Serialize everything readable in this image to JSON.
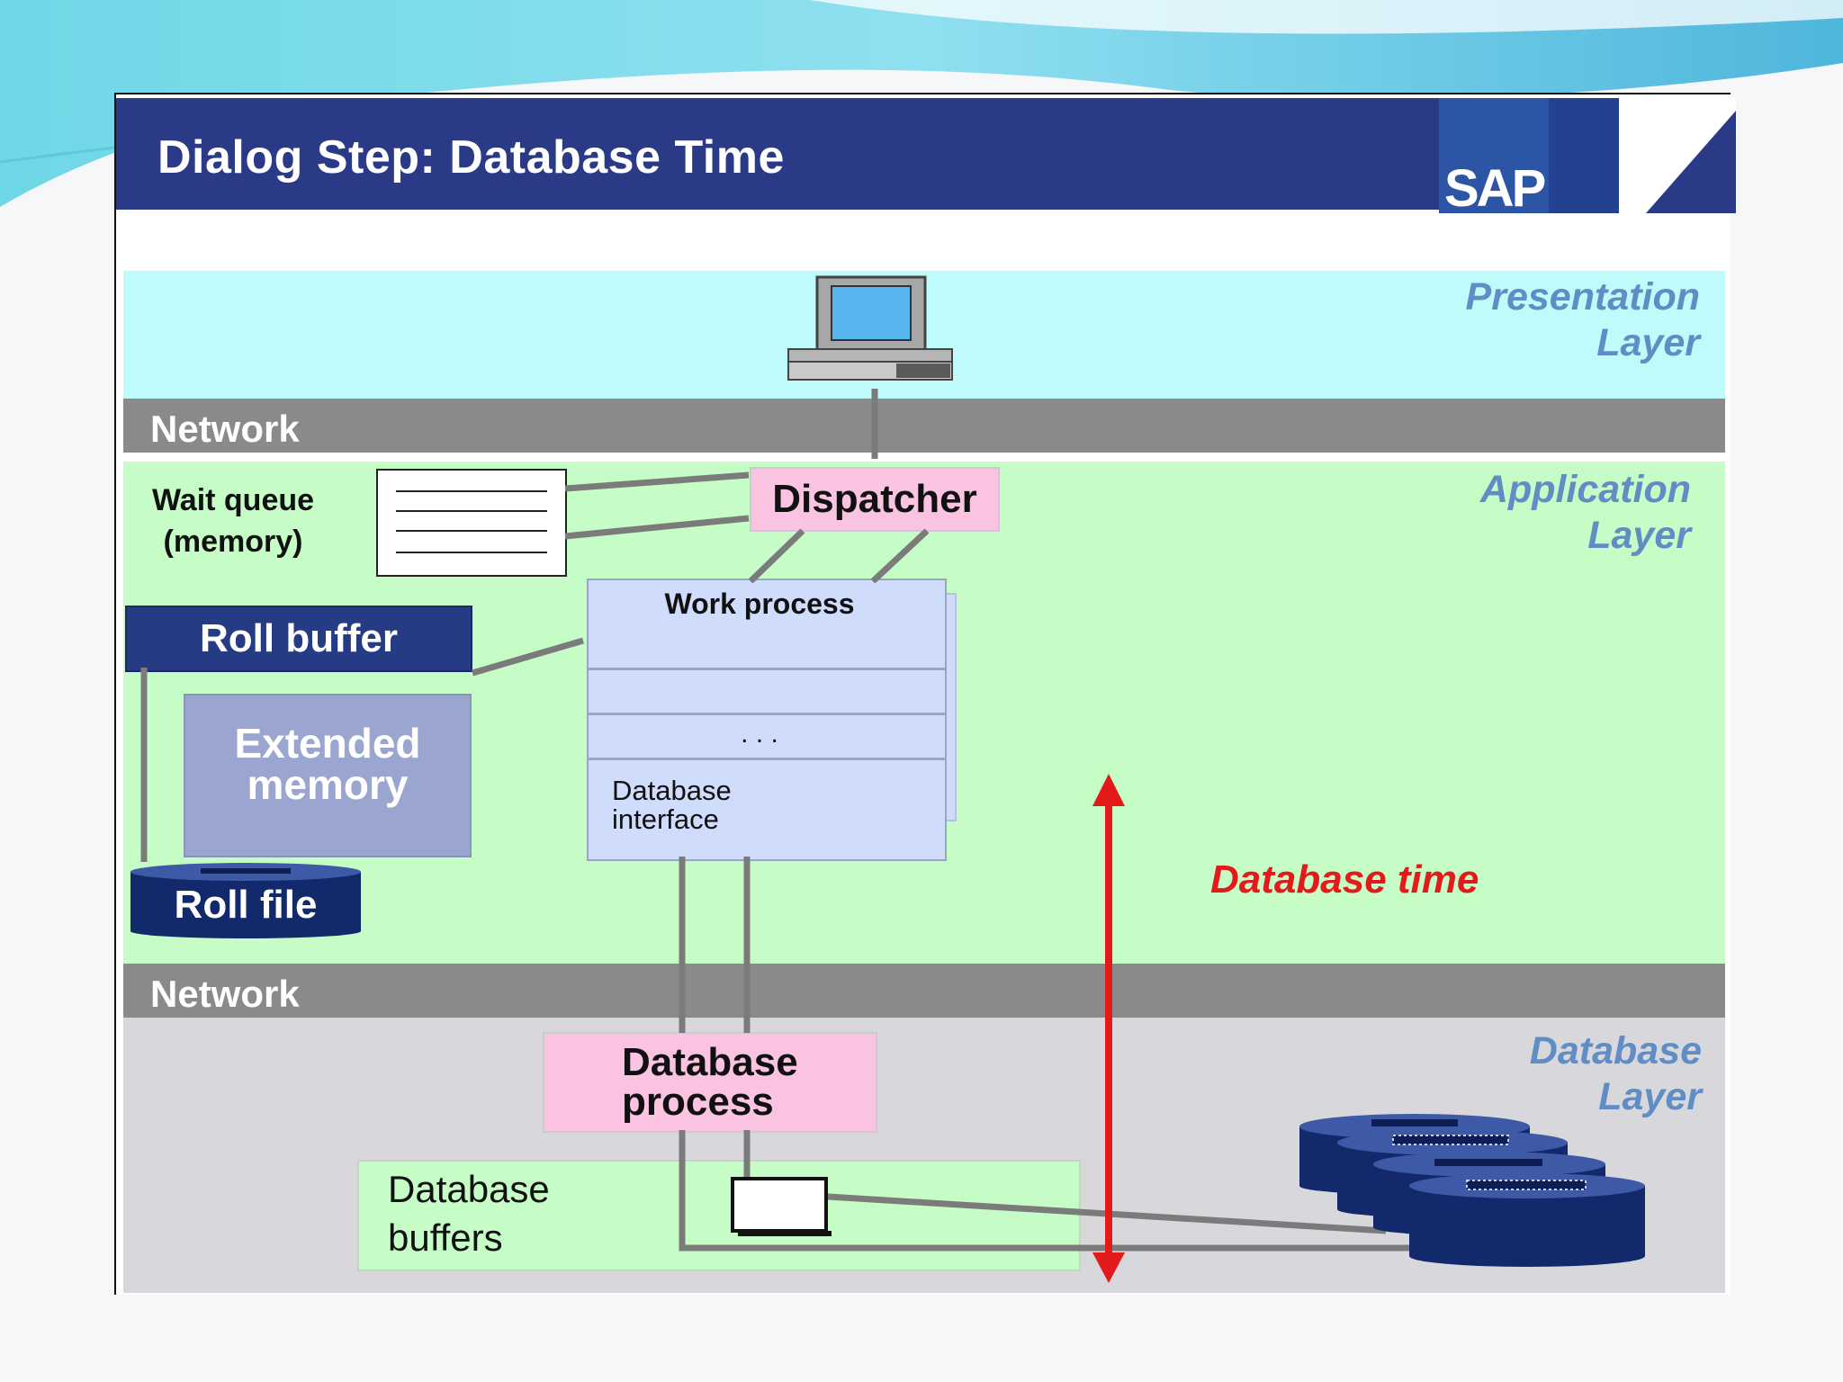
{
  "title": "Dialog Step: Database Time",
  "logo_text": "SAP",
  "layers": {
    "presentation": [
      "Presentation",
      "Layer"
    ],
    "application": [
      "Application",
      "Layer"
    ],
    "database": [
      "Database",
      "Layer"
    ]
  },
  "networks": {
    "upper": "Network",
    "lower": "Network"
  },
  "wait_queue_label": [
    "Wait queue",
    "(memory)"
  ],
  "dispatcher_label": "Dispatcher",
  "roll_buffer_label": "Roll buffer",
  "extended_memory_label": [
    "Extended",
    "memory"
  ],
  "roll_file_label": "Roll file",
  "work_process": {
    "title": "Work process",
    "ellipsis": ". . .",
    "db_interface": [
      "Database",
      "interface"
    ]
  },
  "database_time_label": "Database time",
  "database_process_label": [
    "Database",
    "process"
  ],
  "database_buffers_label": [
    "Database",
    "buffers"
  ],
  "colors": {
    "title_bar": "#2b3a86",
    "presentation_bg": "#c0fbfb",
    "application_bg": "#c6fcc6",
    "database_bg": "#d8d8dc",
    "network": "#8a8a8a",
    "dispatcher": "#f9c3e1",
    "roll_buffer": "#253c84",
    "extended_memory": "#9aa6d0",
    "work_process": "#cfdcfb",
    "database_time_arrow": "#e21a1a",
    "layer_label": "#5f8dc4"
  }
}
